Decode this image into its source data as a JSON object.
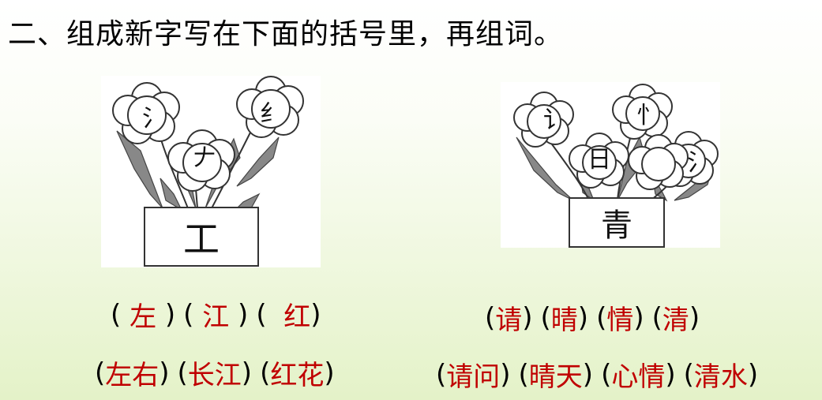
{
  "title": "二、组成新字写在下面的括号里，再组词。",
  "left_figure": {
    "flowers": [
      "氵",
      "纟",
      "𠂇"
    ],
    "pot": "工"
  },
  "right_figure": {
    "flowers": [
      "讠",
      "忄",
      "日",
      "氵"
    ],
    "pot": "青"
  },
  "answers": {
    "left_chars": [
      "左",
      "江",
      "红"
    ],
    "left_words": [
      "左右",
      "长江",
      "红花"
    ],
    "right_chars": [
      "请",
      "晴",
      "情",
      "清"
    ],
    "right_words": [
      "请问",
      "晴天",
      "心情",
      "清水"
    ]
  },
  "parens": {
    "open": "(",
    "close": ")"
  },
  "colors": {
    "answer": "#c00000",
    "text": "#000000"
  }
}
